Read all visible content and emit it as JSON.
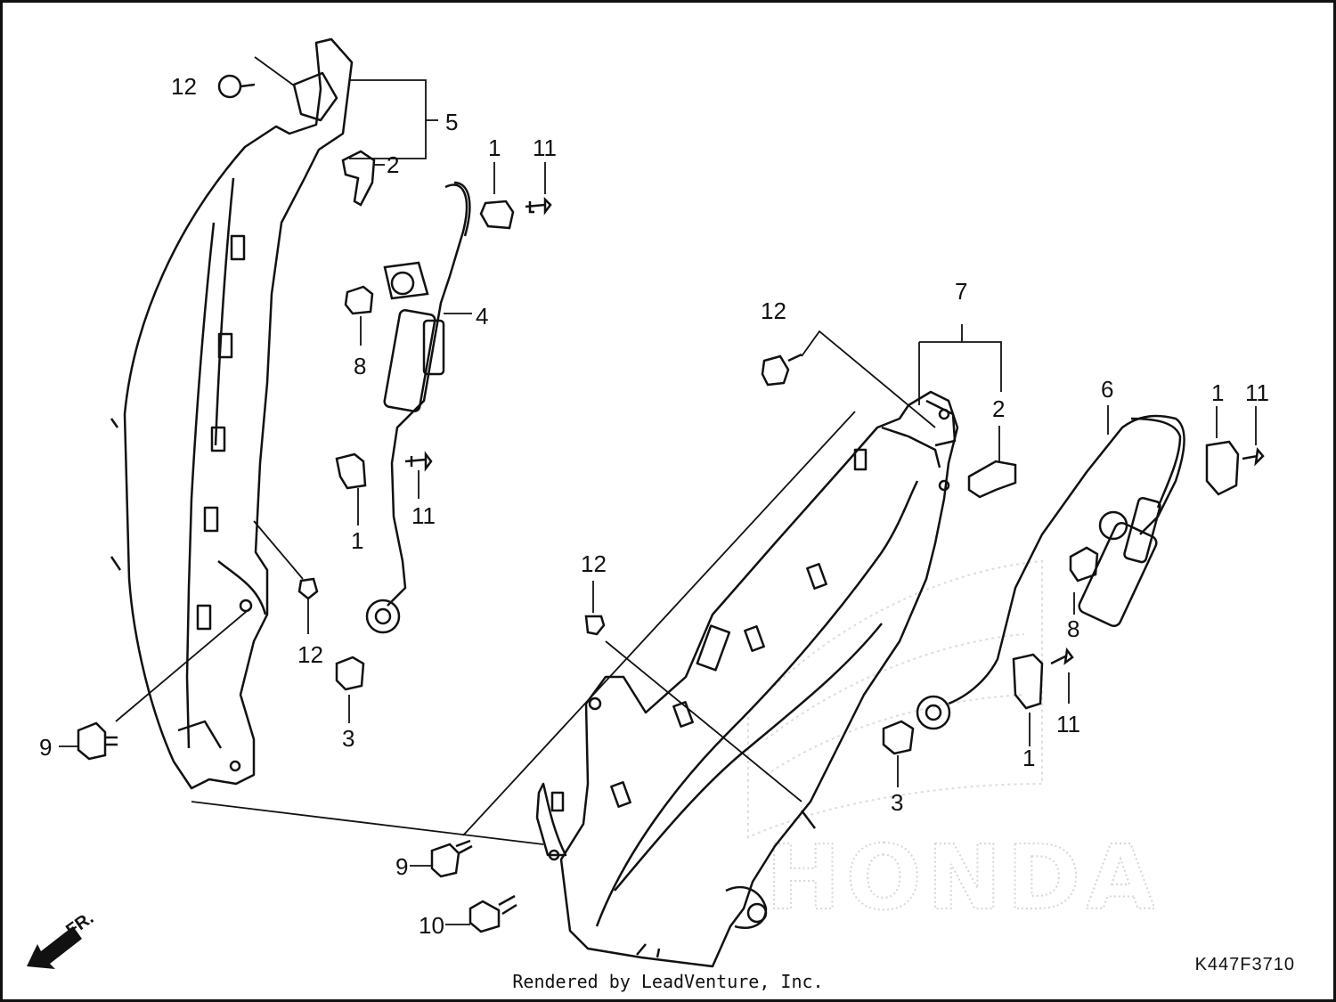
{
  "callouts": {
    "c1a": "1",
    "c1b": "1",
    "c1c": "1",
    "c1d": "1",
    "c2a": "2",
    "c2b": "2",
    "c3a": "3",
    "c3b": "3",
    "c4": "4",
    "c5": "5",
    "c6": "6",
    "c7": "7",
    "c8a": "8",
    "c8b": "8",
    "c9a": "9",
    "c9b": "9",
    "c10": "10",
    "c11a": "11",
    "c11b": "11",
    "c11c": "11",
    "c11d": "11",
    "c12a": "12",
    "c12b": "12",
    "c12c": "12",
    "c12d": "12"
  },
  "direction_label": "FR.",
  "watermark": "HONDA",
  "footer": "Rendered by LeadVenture, Inc.",
  "part_code": "K447F3710"
}
